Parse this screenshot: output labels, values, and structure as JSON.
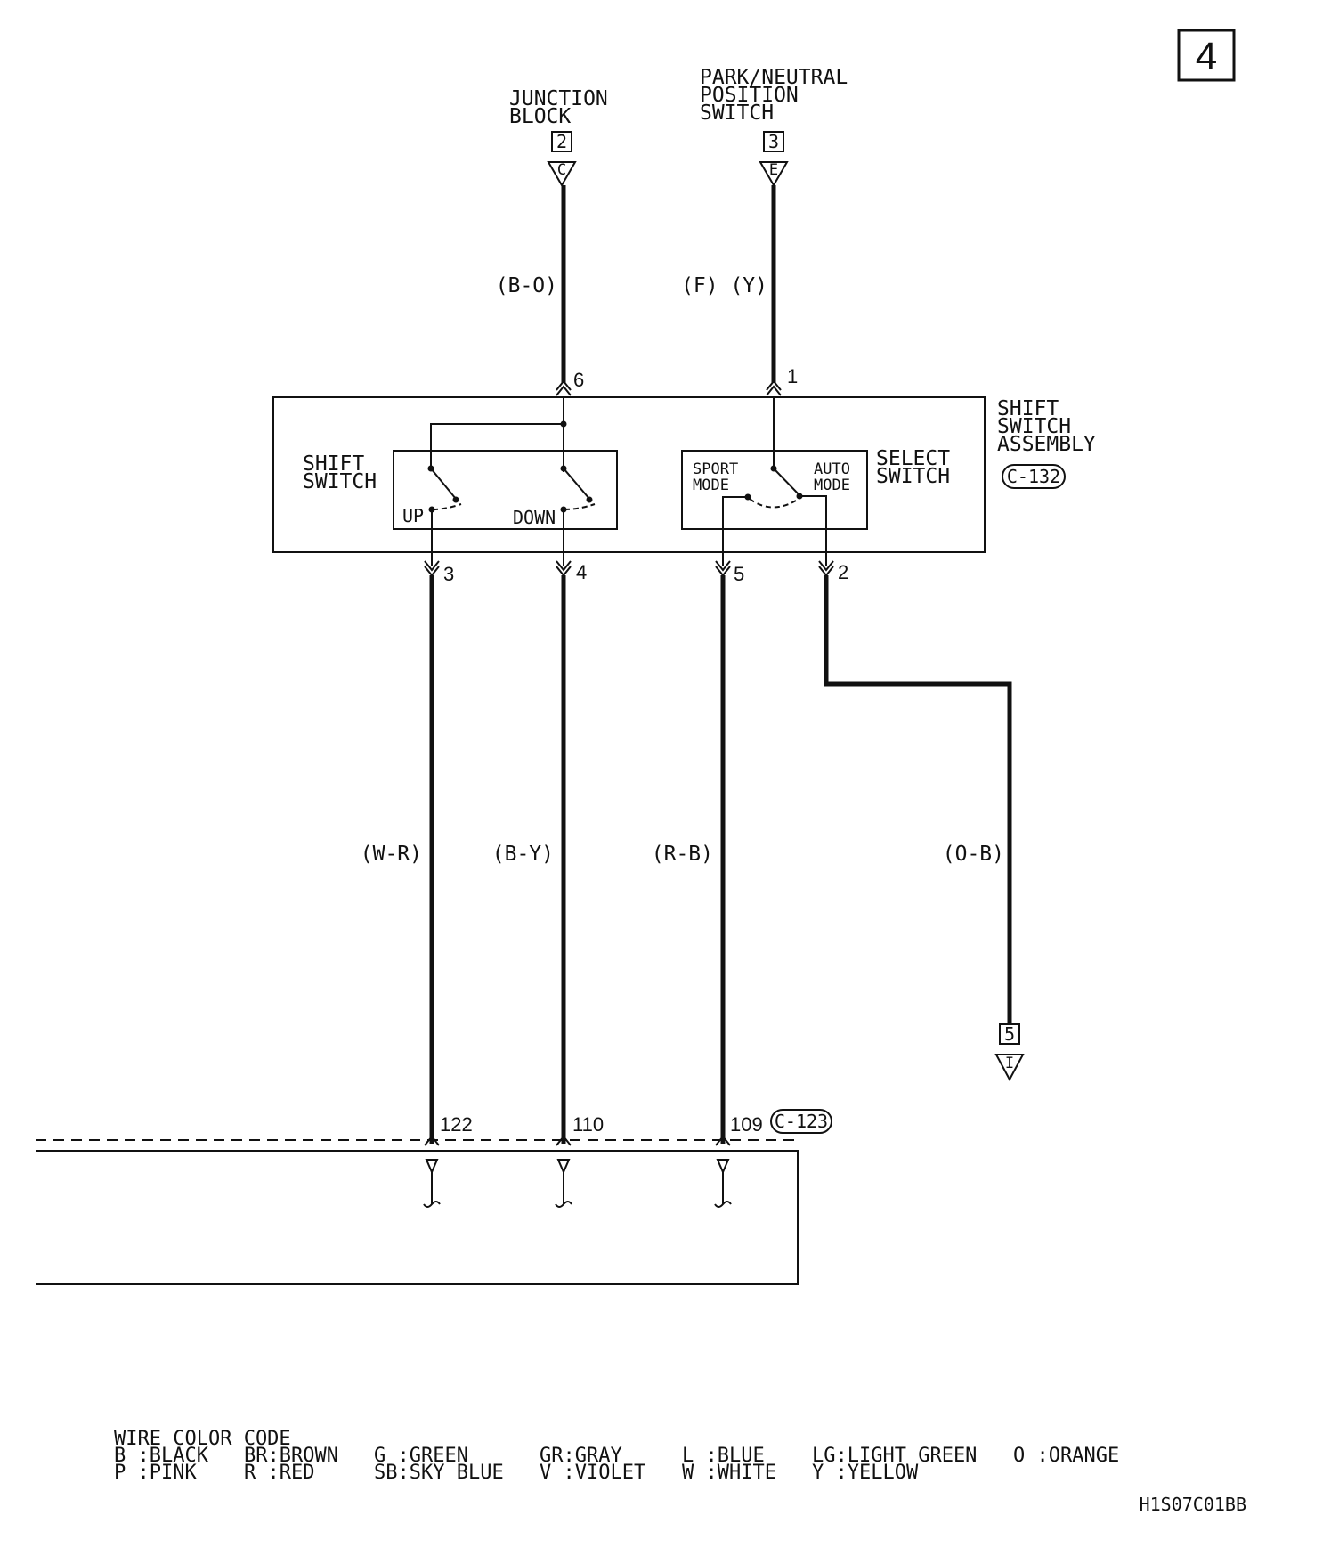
{
  "page_number": "4",
  "connectors": {
    "junction_block": {
      "name_line1": "JUNCTION",
      "name_line2": "BLOCK",
      "ref": "2",
      "pin": "C"
    },
    "park_neutral": {
      "name_line1": "PARK/NEUTRAL",
      "name_line2": "POSITION",
      "name_line3": "SWITCH",
      "ref": "3",
      "pin": "E"
    },
    "off_page": {
      "ref": "5",
      "pin": "I"
    }
  },
  "wires": {
    "w_top_left": "(B-O)",
    "w_top_right": "(F) (Y)",
    "w_up": "(W-R)",
    "w_down": "(B-Y)",
    "w_sport": "(R-B)",
    "w_auto": "(O-B)"
  },
  "pins": {
    "top_left": "6",
    "top_right": "1",
    "up": "3",
    "down": "4",
    "sport": "5",
    "auto": "2",
    "ecu_up": "122",
    "ecu_down": "110",
    "ecu_sport": "109"
  },
  "assembly": {
    "title_line1": "SHIFT",
    "title_line2": "SWITCH",
    "title_line3": "ASSEMBLY",
    "connector_id": "C-132",
    "shift_switch_line1": "SHIFT",
    "shift_switch_line2": "SWITCH",
    "up_label": "UP",
    "down_label": "DOWN",
    "select_switch_line1": "SELECT",
    "select_switch_line2": "SWITCH",
    "sport_mode_line1": "SPORT",
    "sport_mode_line2": "MODE",
    "auto_mode_line1": "AUTO",
    "auto_mode_line2": "MODE"
  },
  "ecu_connector_id": "C-123",
  "legend": {
    "title": "WIRE COLOR CODE",
    "row1": [
      "B :BLACK",
      "BR:BROWN",
      "G :GREEN",
      "GR:GRAY",
      "L :BLUE",
      "LG:LIGHT GREEN",
      "O :ORANGE"
    ],
    "row2": [
      "P :PINK",
      "R :RED",
      "SB:SKY BLUE",
      "V :VIOLET",
      "W :WHITE",
      "Y :YELLOW"
    ]
  },
  "figure_code": "H1S07C01BB"
}
